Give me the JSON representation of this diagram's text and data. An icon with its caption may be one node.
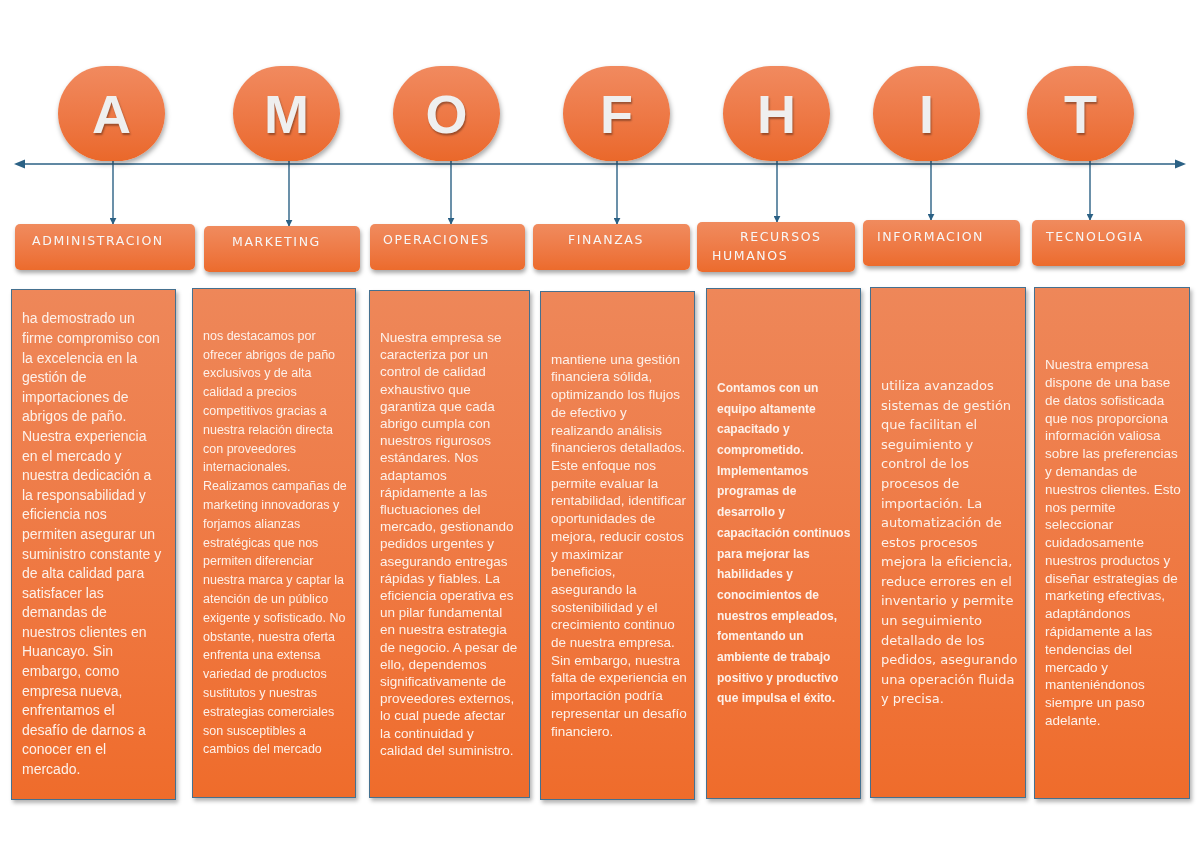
{
  "diagram": {
    "nodes": [
      {
        "text": [
          "A"
        ]
      },
      {
        "text": [
          "M"
        ]
      },
      {
        "text": [
          "O"
        ]
      },
      {
        "text": [
          "F"
        ]
      },
      {
        "text": [
          "H"
        ]
      },
      {
        "text": [
          "I"
        ]
      },
      {
        "text": [
          "T"
        ]
      },
      {
        "text": [
          "ADMINISTRACION"
        ]
      },
      {
        "text": [
          "MARKETING"
        ]
      },
      {
        "text": [
          "OPERACIONES"
        ]
      },
      {
        "text": [
          "FINANZAS"
        ]
      },
      {
        "text": [
          "RECURSOS HUMANOS"
        ]
      },
      {
        "text": [
          "INFORMACION"
        ]
      },
      {
        "text": [
          "TECNOLOGIA"
        ]
      },
      {
        "text": [
          "ha demostrado un firme compromiso con la excelencia en la gestión de importaciones de abrigos de paño. Nuestra experiencia en el mercado y nuestra dedicación a la responsabilidad y eficiencia nos permiten asegurar un suministro constante y de alta calidad para satisfacer las demandas de nuestros clientes en Huancayo. Sin embargo, como empresa nueva, enfrentamos el desafío de darnos a conocer en el mercado."
        ]
      },
      {
        "text": [
          "nos destacamos por ofrecer abrigos de paño exclusivos y de alta calidad a precios competitivos gracias a nuestra relación directa con proveedores internacionales. Realizamos campañas de marketing innovadoras y forjamos alianzas estratégicas que nos permiten diferenciar nuestra marca y captar la atención de un público exigente y sofisticado. No obstante, nuestra oferta enfrenta una extensa variedad de productos sustitutos y nuestras estrategias comerciales son susceptibles a cambios del mercado"
        ]
      },
      {
        "text": [
          "Nuestra empresa se caracteriza por un control de calidad exhaustivo que garantiza que cada abrigo cumpla con nuestros rigurosos estándares. Nos adaptamos rápidamente a las fluctuaciones del mercado, gestionando pedidos urgentes y asegurando entregas rápidas y fiables. La eficiencia operativa es un pilar fundamental en nuestra estrategia de negocio. A pesar de ello, dependemos significativamente de proveedores externos, lo cual puede afectar la continuidad y calidad del suministro."
        ]
      },
      {
        "text": [
          "mantiene una gestión financiera sólida, optimizando los flujos de efectivo y realizando análisis financieros detallados. Este enfoque nos permite evaluar la rentabilidad, identificar oportunidades de mejora, reducir costos y maximizar beneficios, asegurando la sostenibilidad y el crecimiento continuo de nuestra empresa. Sin embargo, nuestra falta de experiencia en importación podría representar un desafío financiero."
        ]
      },
      {
        "text": [
          "Contamos con un equipo altamente capacitado y comprometido. Implementamos programas de desarrollo y capacitación continuos para mejorar las habilidades y conocimientos de nuestros empleados, fomentando un ambiente de trabajo positivo y productivo que impulsa el éxito."
        ]
      },
      {
        "text": [
          "utiliza avanzados sistemas de gestión que facilitan el seguimiento y control de los procesos de importación. La automatización de estos procesos mejora la eficiencia, reduce errores en el inventario y permite un seguimiento detallado de los pedidos, asegurando una operación fluida y precisa."
        ]
      },
      {
        "text": [
          "Nuestra empresa dispone de una base de datos sofisticada que nos proporciona información valiosa sobre las preferencias y demandas de nuestros clientes. Esto nos permite seleccionar cuidadosamente nuestros productos y diseñar estrategias de marketing efectivas, adaptándonos rápidamente a las tendencias del mercado y manteniéndonos siempre un paso adelante."
        ]
      }
    ],
    "edges": [
      {
        "from": 0,
        "to": 7,
        "arrow": "to"
      },
      {
        "from": 1,
        "to": 8,
        "arrow": "to"
      },
      {
        "from": 2,
        "to": 9,
        "arrow": "to"
      },
      {
        "from": 3,
        "to": 10,
        "arrow": "to"
      },
      {
        "from": 4,
        "to": 11,
        "arrow": "to"
      },
      {
        "from": 5,
        "to": 12,
        "arrow": "to"
      },
      {
        "from": 6,
        "to": 13,
        "arrow": "to"
      }
    ]
  }
}
